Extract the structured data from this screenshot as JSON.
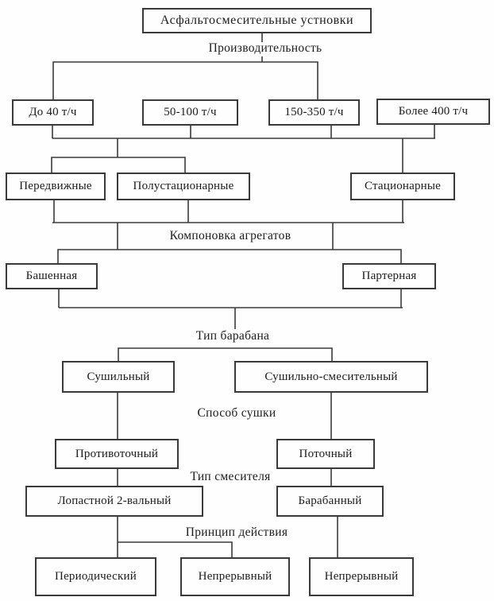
{
  "diagram": {
    "title": "Асфальтосмесительные устновки",
    "group_labels": {
      "productivity": "Производительность",
      "layout": "Компоновка агрегатов",
      "drum_type": "Тип барабана",
      "drying_method": "Способ сушки",
      "mixer_type": "Тип смесителя",
      "operation_principle": "Принцип действия"
    },
    "nodes": {
      "root": "Асфальтосмесительные устновки",
      "capacity_1": "До 40 т/ч",
      "capacity_2": "50-100 т/ч",
      "capacity_3": "150-350 т/ч",
      "capacity_4": "Более 400 т/ч",
      "mobility_1": "Передвижные",
      "mobility_2": "Полустационарные",
      "mobility_3": "Стационарные",
      "layout_1": "Башенная",
      "layout_2": "Партерная",
      "drum_1": "Сушильный",
      "drum_2": "Сушильно-смесительный",
      "drying_1": "Противоточный",
      "drying_2": "Поточный",
      "mixer_1": "Лопастной 2-вальный",
      "mixer_2": "Барабанный",
      "principle_1": "Периодический",
      "principle_2": "Непрерывный",
      "principle_3": "Непрерывный"
    },
    "colors": {
      "line": "#3a3a3a",
      "box_border": "#3a3a3a",
      "text": "#1c1c1c",
      "background": "#fefefe"
    }
  }
}
